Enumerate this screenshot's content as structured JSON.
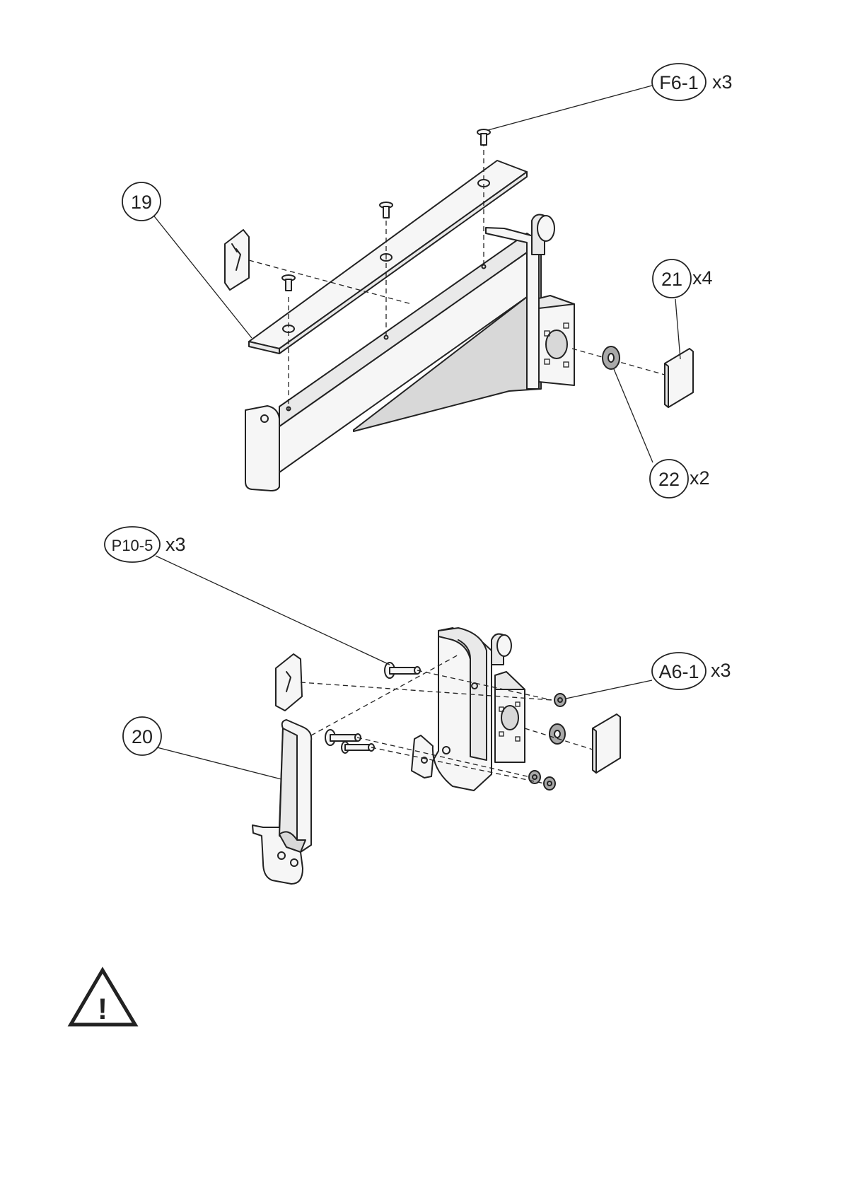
{
  "callouts": {
    "f6_1": {
      "label": "F6-1",
      "qty": "x3"
    },
    "p19": {
      "label": "19"
    },
    "p21": {
      "label": "21",
      "qty": "x4"
    },
    "p22": {
      "label": "22",
      "qty": "x2"
    },
    "p10_5": {
      "label": "P10-5",
      "qty": "x3"
    },
    "a6_1": {
      "label": "A6-1",
      "qty": "x3"
    },
    "p20": {
      "label": "20"
    }
  },
  "warning": {
    "icon": "warning-triangle-icon",
    "symbol": "!"
  }
}
